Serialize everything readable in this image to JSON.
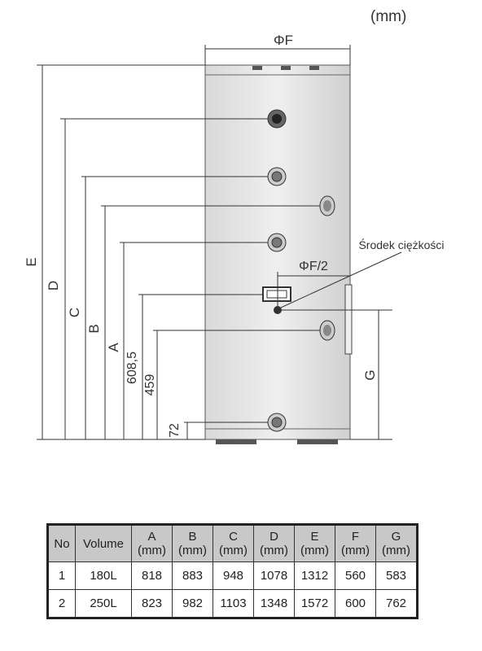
{
  "unit_note": "(mm)",
  "labels": {
    "phiF": "ΦF",
    "phiF2": "ΦF/2",
    "center_of_gravity": "Środek ciężkości",
    "E": "E",
    "D": "D",
    "C": "C",
    "B": "B",
    "A": "A",
    "h608": "608,5",
    "h459": "459",
    "h72": "72",
    "G": "G"
  },
  "table": {
    "headers": [
      {
        "top": "No",
        "bottom": ""
      },
      {
        "top": "Volume",
        "bottom": ""
      },
      {
        "top": "A",
        "bottom": "(mm)"
      },
      {
        "top": "B",
        "bottom": "(mm)"
      },
      {
        "top": "C",
        "bottom": "(mm)"
      },
      {
        "top": "D",
        "bottom": "(mm)"
      },
      {
        "top": "E",
        "bottom": "(mm)"
      },
      {
        "top": "F",
        "bottom": "(mm)"
      },
      {
        "top": "G",
        "bottom": "(mm)"
      }
    ],
    "rows": [
      [
        "1",
        "180L",
        "818",
        "883",
        "948",
        "1078",
        "1312",
        "560",
        "583"
      ],
      [
        "2",
        "250L",
        "823",
        "982",
        "1103",
        "1348",
        "1572",
        "600",
        "762"
      ]
    ]
  }
}
